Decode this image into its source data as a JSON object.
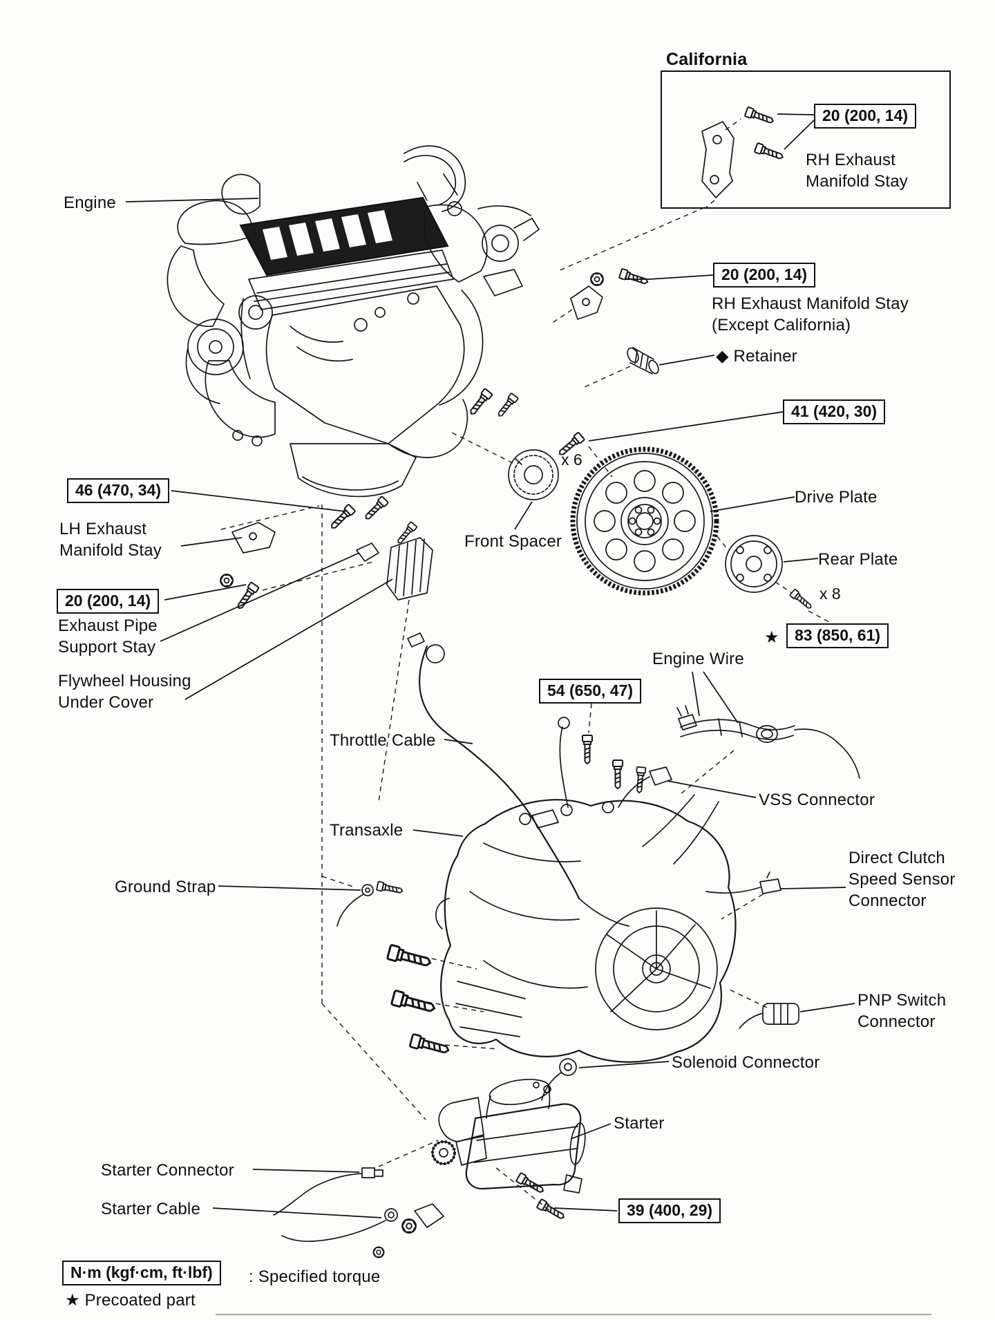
{
  "inset": {
    "title": "California",
    "torque": "20 (200, 14)",
    "part_line1": "RH Exhaust",
    "part_line2": "Manifold Stay"
  },
  "labels": {
    "engine": "Engine",
    "rh_torque": "20 (200, 14)",
    "rh_line1": "RH Exhaust Manifold Stay",
    "rh_line2": "(Except California)",
    "retainer": "Retainer",
    "drive_torque": "41 (420, 30)",
    "drive_qty": "x 6",
    "drive_plate": "Drive Plate",
    "front_spacer": "Front Spacer",
    "rear_plate": "Rear Plate",
    "rear_qty": "x 8",
    "rear_torque": "83 (850, 61)",
    "lh_torque": "46 (470, 34)",
    "lh_line1": "LH Exhaust",
    "lh_line2": "Manifold Stay",
    "exhaust_torque": "20 (200, 14)",
    "exhaust_line1": "Exhaust Pipe",
    "exhaust_line2": "Support Stay",
    "flywheel_line1": "Flywheel Housing",
    "flywheel_line2": "Under Cover",
    "engine_wire": "Engine Wire",
    "throttle_torque": "54 (650, 47)",
    "throttle_cable": "Throttle Cable",
    "vss": "VSS Connector",
    "transaxle": "Transaxle",
    "ground_strap": "Ground Strap",
    "dcss_line1": "Direct Clutch",
    "dcss_line2": "Speed Sensor",
    "dcss_line3": "Connector",
    "pnp_line1": "PNP Switch",
    "pnp_line2": "Connector",
    "solenoid": "Solenoid Connector",
    "starter": "Starter",
    "starter_connector": "Starter Connector",
    "starter_cable": "Starter Cable",
    "starter_torque": "39 (400, 29)"
  },
  "legend": {
    "unit_box": "N·m (kgf·cm, ft·lbf)",
    "unit_desc": ": Specified torque",
    "precoated": "Precoated part"
  },
  "marks": {
    "star": "★",
    "diamond": "◆"
  }
}
